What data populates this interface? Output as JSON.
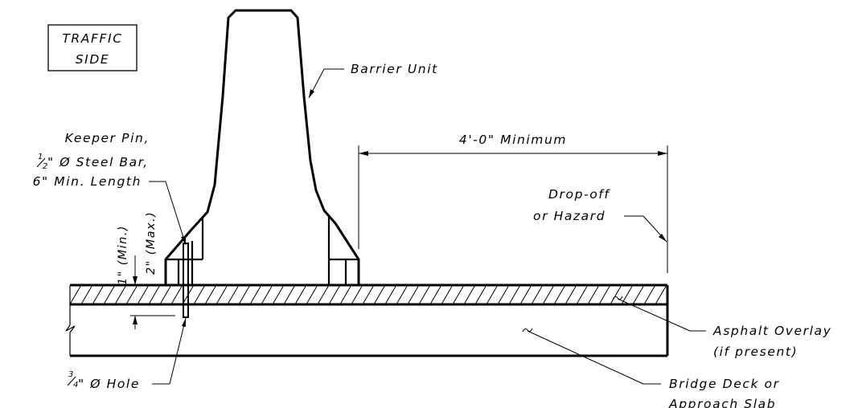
{
  "labels": {
    "traffic_side_line1": "TRAFFIC",
    "traffic_side_line2": "SIDE",
    "barrier_unit": "Barrier Unit",
    "keeper_pin_line1": "Keeper Pin,",
    "keeper_pin_frac_num": "1",
    "keeper_pin_frac_den": "2",
    "keeper_pin_line2_rest": "\" Ø Steel Bar,",
    "keeper_pin_line3": "6\" Min. Length",
    "dimension_4ft": "4'-0\" Minimum",
    "dropoff_line1": "Drop-off",
    "dropoff_line2": "or Hazard",
    "min_1in": "1\" (Min.)",
    "max_2in": "2\" (Max.)",
    "asphalt_line1": "Asphalt Overlay",
    "asphalt_line2": "(if present)",
    "hole_frac_num": "3",
    "hole_frac_den": "4",
    "hole_rest": "\" Ø Hole",
    "deck_line1": "Bridge Deck or",
    "deck_line2": "Approach Slab"
  }
}
